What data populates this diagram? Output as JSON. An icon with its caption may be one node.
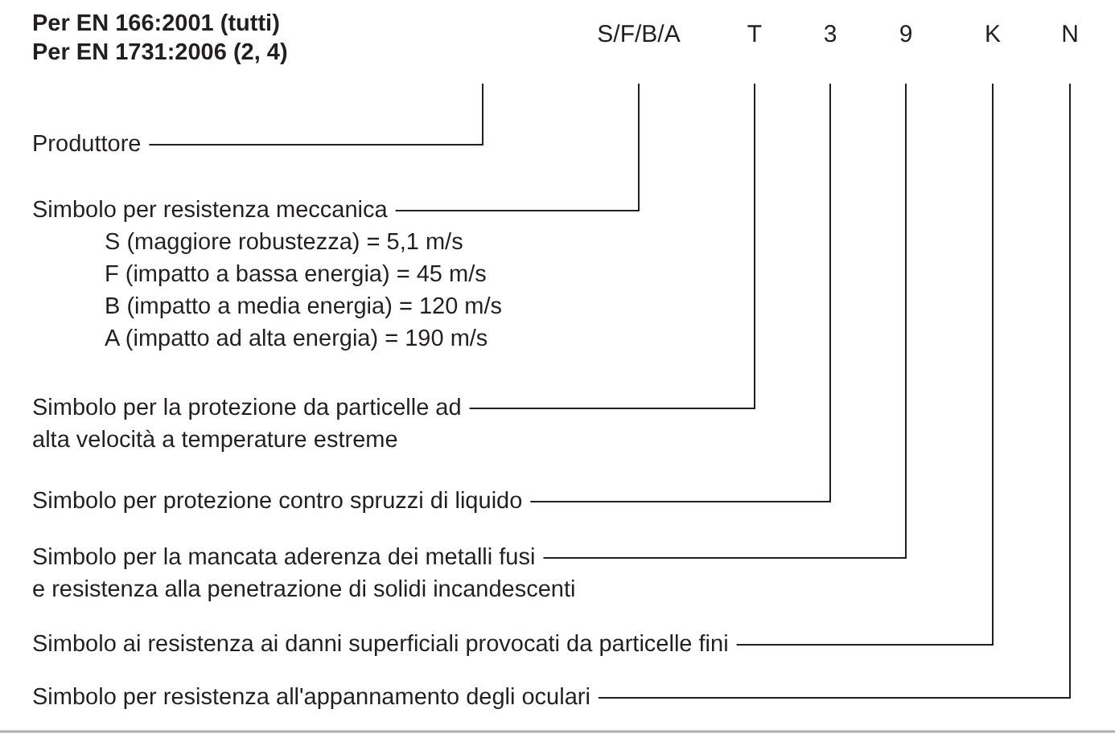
{
  "diagram": {
    "nodes": [
      {
        "text": [
          "S/F/B/A"
        ]
      },
      {
        "text": [
          "T"
        ]
      },
      {
        "text": [
          "3"
        ]
      },
      {
        "text": [
          "9"
        ]
      },
      {
        "text": [
          "K"
        ]
      },
      {
        "text": [
          "N"
        ]
      },
      {
        "text": [
          "Produttore"
        ]
      },
      {
        "text": [
          "Simbolo per resistenza meccanica",
          "S (maggiore robustezza) = 5,1 m/s",
          "F (impatto a bassa energia) = 45 m/s",
          "B (impatto a media energia) = 120 m/s",
          "A (impatto ad alta energia) = 190 m/s"
        ]
      },
      {
        "text": [
          "Simbolo per la protezione da particelle ad alta velocità a temperature estreme"
        ]
      },
      {
        "text": [
          "Simbolo per protezione contro spruzzi di liquido"
        ]
      },
      {
        "text": [
          "Simbolo per la mancata aderenza dei metalli fusi e resistenza alla penetrazione di solidi incandescenti"
        ]
      },
      {
        "text": [
          "Simbolo ai resistenza ai danni superficiali provocati da particelle fini"
        ]
      },
      {
        "text": [
          "Simbolo per resistenza all'appannamento degli oculari"
        ]
      }
    ],
    "edges": [
      {
        "from": 6,
        "to": null,
        "arrow": "none"
      },
      {
        "from": 7,
        "to": 0,
        "arrow": "none"
      },
      {
        "from": 8,
        "to": 1,
        "arrow": "none"
      },
      {
        "from": 9,
        "to": 2,
        "arrow": "none"
      },
      {
        "from": 10,
        "to": 3,
        "arrow": "none"
      },
      {
        "from": 11,
        "to": 4,
        "arrow": "none"
      },
      {
        "from": 12,
        "to": 5,
        "arrow": "none"
      }
    ],
    "labels": [
      "Per EN 166:2001 (tutti)",
      "Per EN 1731:2006 (2, 4)"
    ]
  }
}
